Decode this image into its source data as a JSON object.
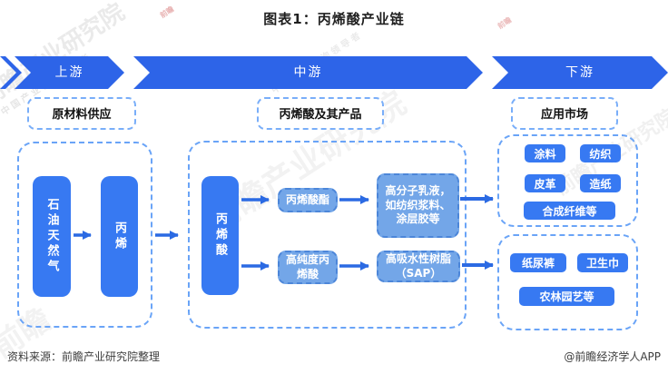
{
  "title": "图表1：丙烯酸产业链",
  "banner": {
    "segments": [
      {
        "label": "上游"
      },
      {
        "label": "中游"
      },
      {
        "label": "下游"
      }
    ]
  },
  "sections": {
    "upstream_label": "原材料供应",
    "midstream_label": "丙烯酸及其产品",
    "downstream_label": "应用市场"
  },
  "upstream": {
    "nodes": [
      "石油天然气",
      "丙烯"
    ]
  },
  "midstream": {
    "root": "丙烯酸",
    "branch1": {
      "intermediate": "丙烯酸酯",
      "product": "高分子乳液，如纺织浆料、涂层胶等"
    },
    "branch2": {
      "intermediate": "高纯度丙烯酸",
      "product": "高吸水性树脂（SAP）"
    }
  },
  "downstream": {
    "market1": [
      "涂料",
      "纺织",
      "皮革",
      "造纸",
      "合成纤维等"
    ],
    "market2": [
      "纸尿裤",
      "卫生巾",
      "农林园艺等"
    ]
  },
  "footer": {
    "source": "资料来源：前瞻产业研究院整理",
    "credit": "@前瞻经济学人APP"
  },
  "watermarks": {
    "main": "前瞻产业研究院",
    "sub": "中国产业咨询领导者",
    "brand": "前瞻"
  },
  "colors": {
    "banner_blue": "#2d64e8",
    "node_blue": "#3779f2",
    "light_box_fill": "#73a6e8",
    "light_box_border": "#4c86d9",
    "dashed_border": "#6aa4f7",
    "arrow": "#2b6ae3"
  }
}
